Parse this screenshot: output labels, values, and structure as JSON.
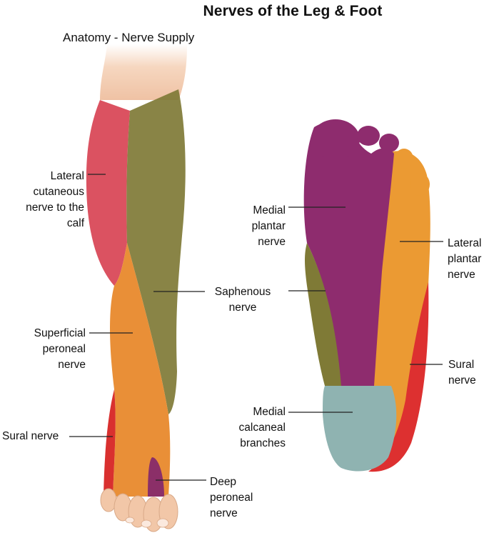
{
  "title": "Nerves of the Leg & Foot",
  "subtitle": "Anatomy - Nerve Supply",
  "labels": {
    "lateral_cutaneous": "Lateral\ncutaneous\nnerve to the\ncalf",
    "superficial_peroneal": "Superficial\nperoneal\nnerve",
    "sural_leg": "Sural nerve",
    "saphenous": "Saphenous\nnerve",
    "deep_peroneal": "Deep\nperoneal\nnerve",
    "medial_plantar": "Medial\nplantar\nnerve",
    "lateral_plantar": "Lateral\nplantar\nnerve",
    "sural_foot": "Sural\nnerve",
    "medial_calcaneal": "Medial\ncalcaneal\nbranches"
  },
  "colors": {
    "lateral_cutaneous": "#d63a4b",
    "superficial_peroneal": "#e8892c",
    "sural": "#d9302f",
    "saphenous": "#7f7a36",
    "deep_peroneal": "#8b2f68",
    "medial_plantar": "#8e2c6e",
    "lateral_plantar": "#eb9a33",
    "medial_calcaneal": "#8fb3b1",
    "skin": "#f2c7a8"
  }
}
